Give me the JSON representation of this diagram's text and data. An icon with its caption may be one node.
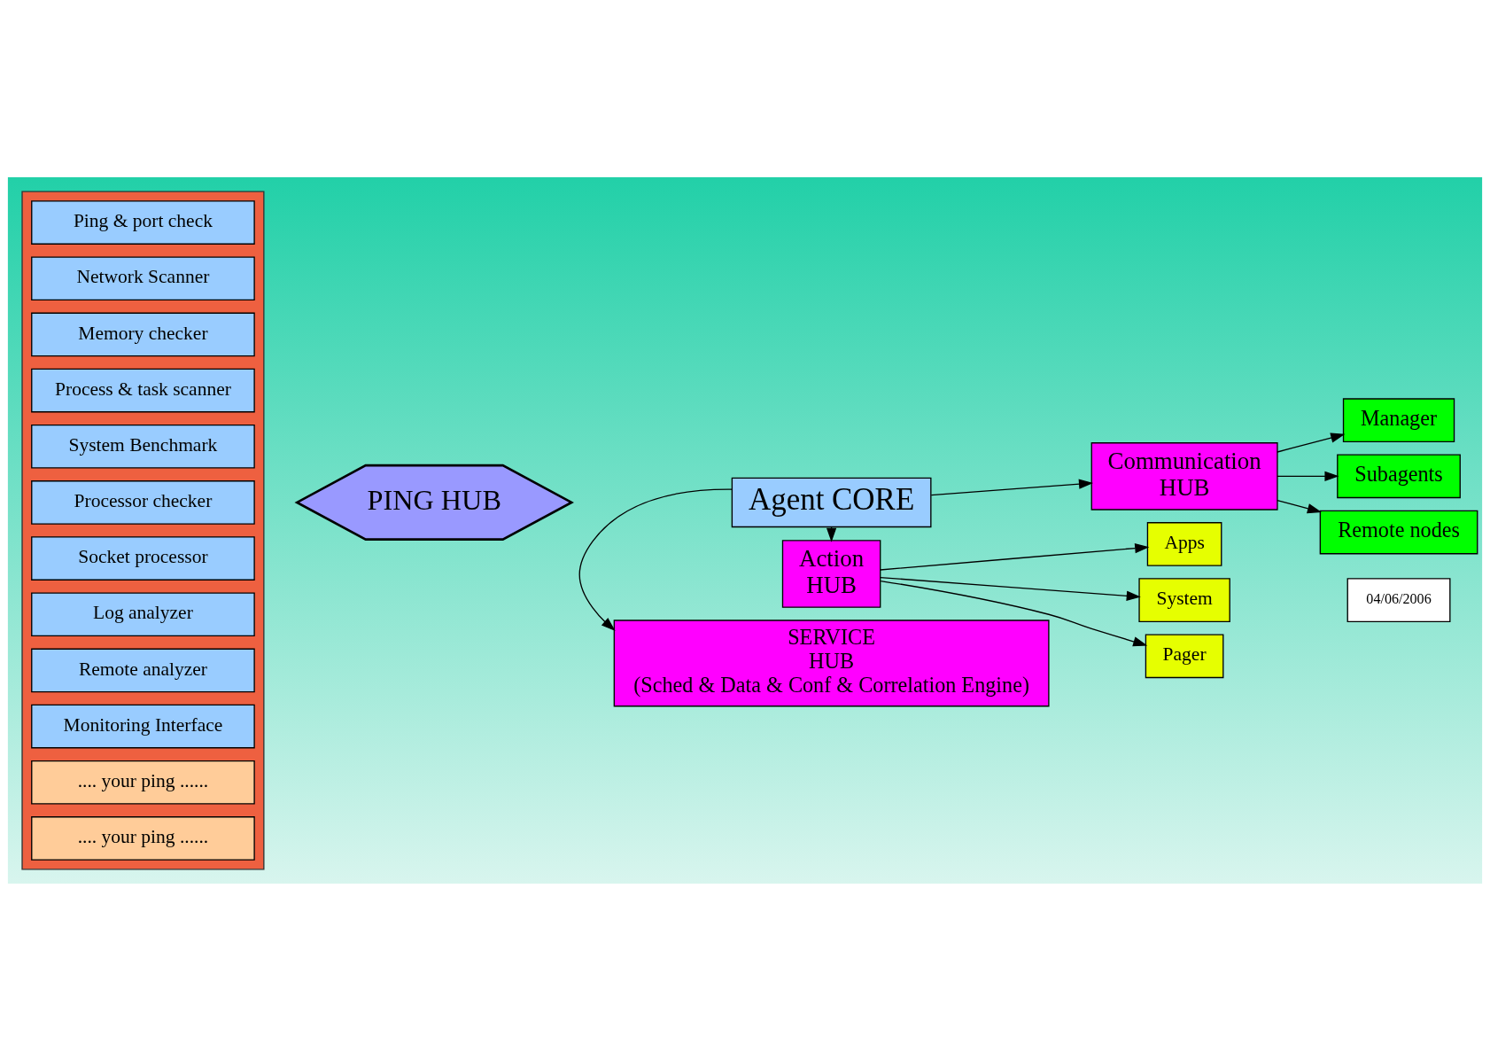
{
  "diagram": {
    "nodes": [
      {
        "text": [],
        "shape": "box"
      },
      {
        "text": [
          "Ping & port check"
        ],
        "in": 0
      },
      {
        "text": [
          "Network Scanner"
        ],
        "in": 0
      },
      {
        "text": [
          "Memory checker"
        ],
        "in": 0
      },
      {
        "text": [
          "Process & task scanner"
        ],
        "in": 0
      },
      {
        "text": [
          "System Benchmark"
        ],
        "in": 0
      },
      {
        "text": [
          "Processor checker"
        ],
        "in": 0
      },
      {
        "text": [
          "Socket processor"
        ],
        "in": 0
      },
      {
        "text": [
          "Log analyzer"
        ],
        "in": 0
      },
      {
        "text": [
          "Remote analyzer"
        ],
        "in": 0
      },
      {
        "text": [
          "Monitoring Interface"
        ],
        "in": 0
      },
      {
        "text": [
          ".... your ping ......"
        ],
        "in": 0
      },
      {
        "text": [
          ".... your ping ......"
        ],
        "in": 0
      },
      {
        "text": [
          "SERVICE",
          "HUB",
          "(Sched & Data & Conf & Correlation Engine)"
        ]
      },
      {
        "text": [
          "PING HUB"
        ]
      },
      {
        "text": [
          "Agent CORE"
        ]
      },
      {
        "text": [
          "Communication",
          "HUB"
        ]
      },
      {
        "text": [
          "Manager"
        ]
      },
      {
        "text": [
          "Subagents"
        ]
      },
      {
        "text": [
          "Remote nodes"
        ]
      },
      {
        "text": [
          "Action",
          "HUB"
        ]
      },
      {
        "text": [
          "Apps"
        ]
      },
      {
        "text": [
          "System"
        ]
      },
      {
        "text": [
          "Pager"
        ]
      },
      {
        "text": [
          "04/06/2006"
        ]
      }
    ],
    "edges": [
      {
        "from": 15,
        "to": 13,
        "arrow": "to"
      },
      {
        "from": 15,
        "to": 16,
        "arrow": "to"
      },
      {
        "from": 16,
        "to": 17,
        "arrow": "to"
      },
      {
        "from": 16,
        "to": 18,
        "arrow": "to"
      },
      {
        "from": 16,
        "to": 19,
        "arrow": "to"
      },
      {
        "from": 15,
        "to": 20,
        "arrow": "to"
      },
      {
        "from": 20,
        "to": 21,
        "arrow": "to"
      },
      {
        "from": 20,
        "to": 23,
        "arrow": "to"
      },
      {
        "from": 20,
        "to": 22,
        "arrow": "to"
      }
    ]
  }
}
